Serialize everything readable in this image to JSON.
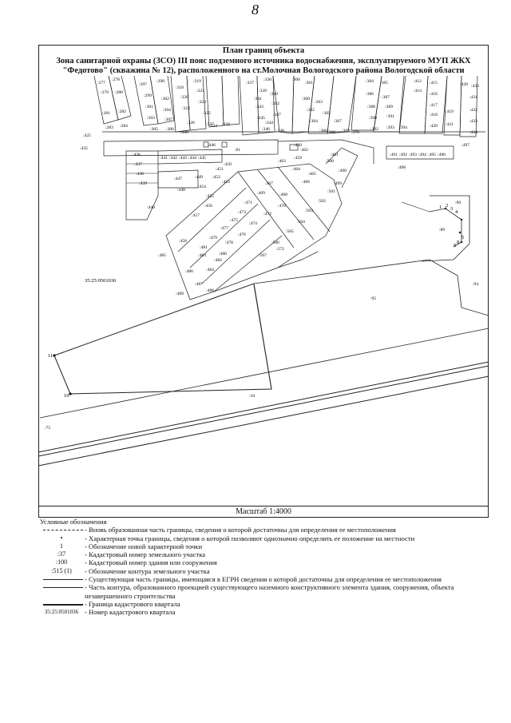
{
  "page_number": "8",
  "title": {
    "line1": "План границ объекта",
    "line2": "Зона санитарной охраны (ЗСО) III пояс подземного источника водоснабжения, эксплуатируемого МУП ЖКХ",
    "line3": "\"Федотово\" (скважина № 12), расположенного на ст.Молочная Вологодского района Вологодской области"
  },
  "map": {
    "quarter_number": "35:25:0501036",
    "parcels": [
      ":277",
      ":278",
      ":279",
      ":280",
      ":281",
      ":282",
      ":283",
      ":284",
      ":297",
      ":298",
      ":299",
      ":300",
      ":301",
      ":302",
      ":303",
      ":304",
      ":305",
      ":306",
      ":307",
      ":308",
      ":318",
      ":319",
      ":320",
      ":321",
      ":322",
      ":323",
      ":324",
      ":325",
      ":326",
      ":327",
      ":328",
      ":337",
      ":338",
      ":339",
      ":340",
      ":341",
      ":342",
      ":343",
      ":344",
      ":345",
      ":346",
      ":347",
      ":348",
      ":360",
      ":361",
      ":362",
      ":363",
      ":364",
      ":365",
      ":366",
      ":367",
      ":368",
      ":369",
      ":370",
      ":384",
      ":385",
      ":386",
      ":387",
      ":388",
      ":389",
      ":390",
      ":391",
      ":392",
      ":393",
      ":394",
      ":412",
      ":414",
      ":415",
      ":416",
      ":417",
      ":418",
      ":419",
      ":420",
      ":421",
      ":428",
      ":430",
      ":431",
      ":432",
      ":433",
      ":434",
      ":435",
      ":436",
      ":437",
      ":438",
      ":439",
      ":440",
      ":441",
      ":442",
      ":443",
      ":444",
      ":445",
      ":446",
      ":447",
      ":448",
      ":449",
      ":450",
      ":451",
      ":452",
      ":453",
      ":454",
      ":455",
      ":456",
      ":458",
      ":459",
      ":460",
      ":461",
      ":462",
      ":463",
      ":464",
      ":465",
      ":466",
      ":467",
      ":468",
      ":469",
      ":470",
      ":471",
      ":472",
      ":473",
      ":474",
      ":475",
      ":476",
      ":477",
      ":478",
      ":479",
      ":480",
      ":481",
      ":482",
      ":483",
      ":484",
      ":485",
      ":486",
      ":487",
      ":488",
      ":489",
      ":490",
      ":491",
      ":492",
      ":493",
      ":494",
      ":495",
      ":496",
      ":497",
      ":498",
      ":499",
      ":500",
      ":501",
      ":502",
      ":503",
      ":504",
      ":505",
      ":506",
      ":507",
      ":272",
      ":81",
      ":89",
      ":90",
      ":94",
      ":95",
      ":10",
      ":75"
    ],
    "points": [
      "1",
      "2",
      "3",
      "4",
      "5",
      "6",
      "7",
      "8",
      "9",
      "10",
      "11"
    ]
  },
  "scale": "Масштаб 1:4000",
  "legend": {
    "title": "Условные обозначения",
    "items": [
      {
        "symbol": "",
        "text": "- Вновь образованная часть границы, сведения о которой достаточны для определения ее местоположения"
      },
      {
        "symbol": "•",
        "text": "- Характерная точка границы, сведения о которой позволяют однозначно определить ее положение на местности"
      },
      {
        "symbol": "1",
        "text": "- Обозначение новой характерной точки"
      },
      {
        "symbol": ":37",
        "text": "- Кадастровый номер земельного участка"
      },
      {
        "symbol": ":100",
        "text": "- Кадастровый номер здания или сооружения"
      },
      {
        "symbol": ":515 (1)",
        "text": "- Обозначение контура земельного участка"
      },
      {
        "symbol": "",
        "text": "- Существующая часть границы, имеющаяся в ЕГРН сведения о которой достаточны для определения ее местоположения"
      },
      {
        "symbol": "",
        "text": "- Часть контура, образованного проекцией существующего наземного конструктивного элемента здания, сооружения, объекта незавершенного строительства"
      },
      {
        "symbol": "",
        "text": "- Граница кадастрового квартала"
      },
      {
        "symbol": "35:25:0501036",
        "text": "- Номер кадастрового квартала"
      }
    ]
  }
}
